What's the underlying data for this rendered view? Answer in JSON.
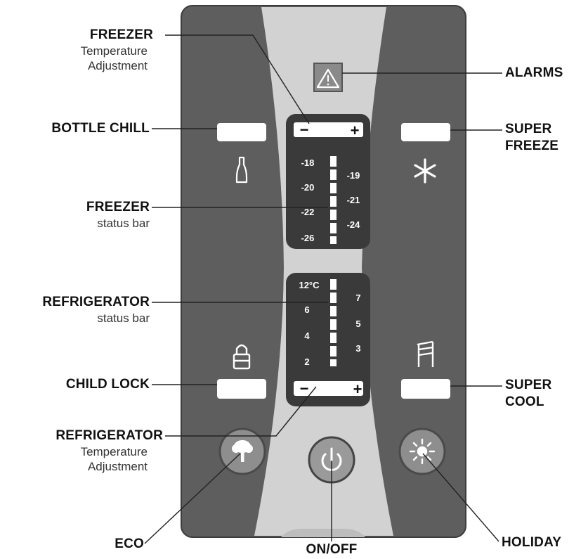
{
  "labels": {
    "freezer_adj_title": "FREEZER",
    "freezer_adj_sub1": "Temperature",
    "freezer_adj_sub2": "Adjustment",
    "bottle_chill": "BOTTLE CHILL",
    "freezer_status_title": "FREEZER",
    "freezer_status_sub": "status bar",
    "fridge_status_title": "REFRIGERATOR",
    "fridge_status_sub": "status bar",
    "child_lock": "CHILD LOCK",
    "fridge_adj_title": "REFRIGERATOR",
    "fridge_adj_sub1": "Temperature",
    "fridge_adj_sub2": "Adjustment",
    "eco": "ECO",
    "on_off": "ON/OFF",
    "alarms": "ALARMS",
    "super_freeze_1": "SUPER",
    "super_freeze_2": "FREEZE",
    "super_cool_1": "SUPER",
    "super_cool_2": "COOL",
    "holiday": "HOLIDAY"
  },
  "panel": {
    "minus": "−",
    "plus": "+",
    "freezer_scale_left": [
      "-18",
      "-20",
      "-22",
      "-26"
    ],
    "freezer_scale_right": [
      "-19",
      "-21",
      "-24"
    ],
    "fridge_scale_left": [
      "12°C",
      "6",
      "4",
      "2"
    ],
    "fridge_scale_right": [
      "7",
      "5",
      "3"
    ]
  },
  "icons": {
    "alarm": "warning-triangle-icon",
    "bottle": "bottle-icon",
    "super_freeze": "snowflake-icon",
    "child_lock": "padlock-icon",
    "super_cool": "refrigerator-shelf-icon",
    "eco": "tree-icon",
    "power": "power-icon",
    "holiday": "sun-icon"
  },
  "colors": {
    "panel_dark": "#5e5e5e",
    "panel_light": "#d2d2d2",
    "display_bg": "#3a3a3a",
    "button_white": "#ffffff"
  }
}
